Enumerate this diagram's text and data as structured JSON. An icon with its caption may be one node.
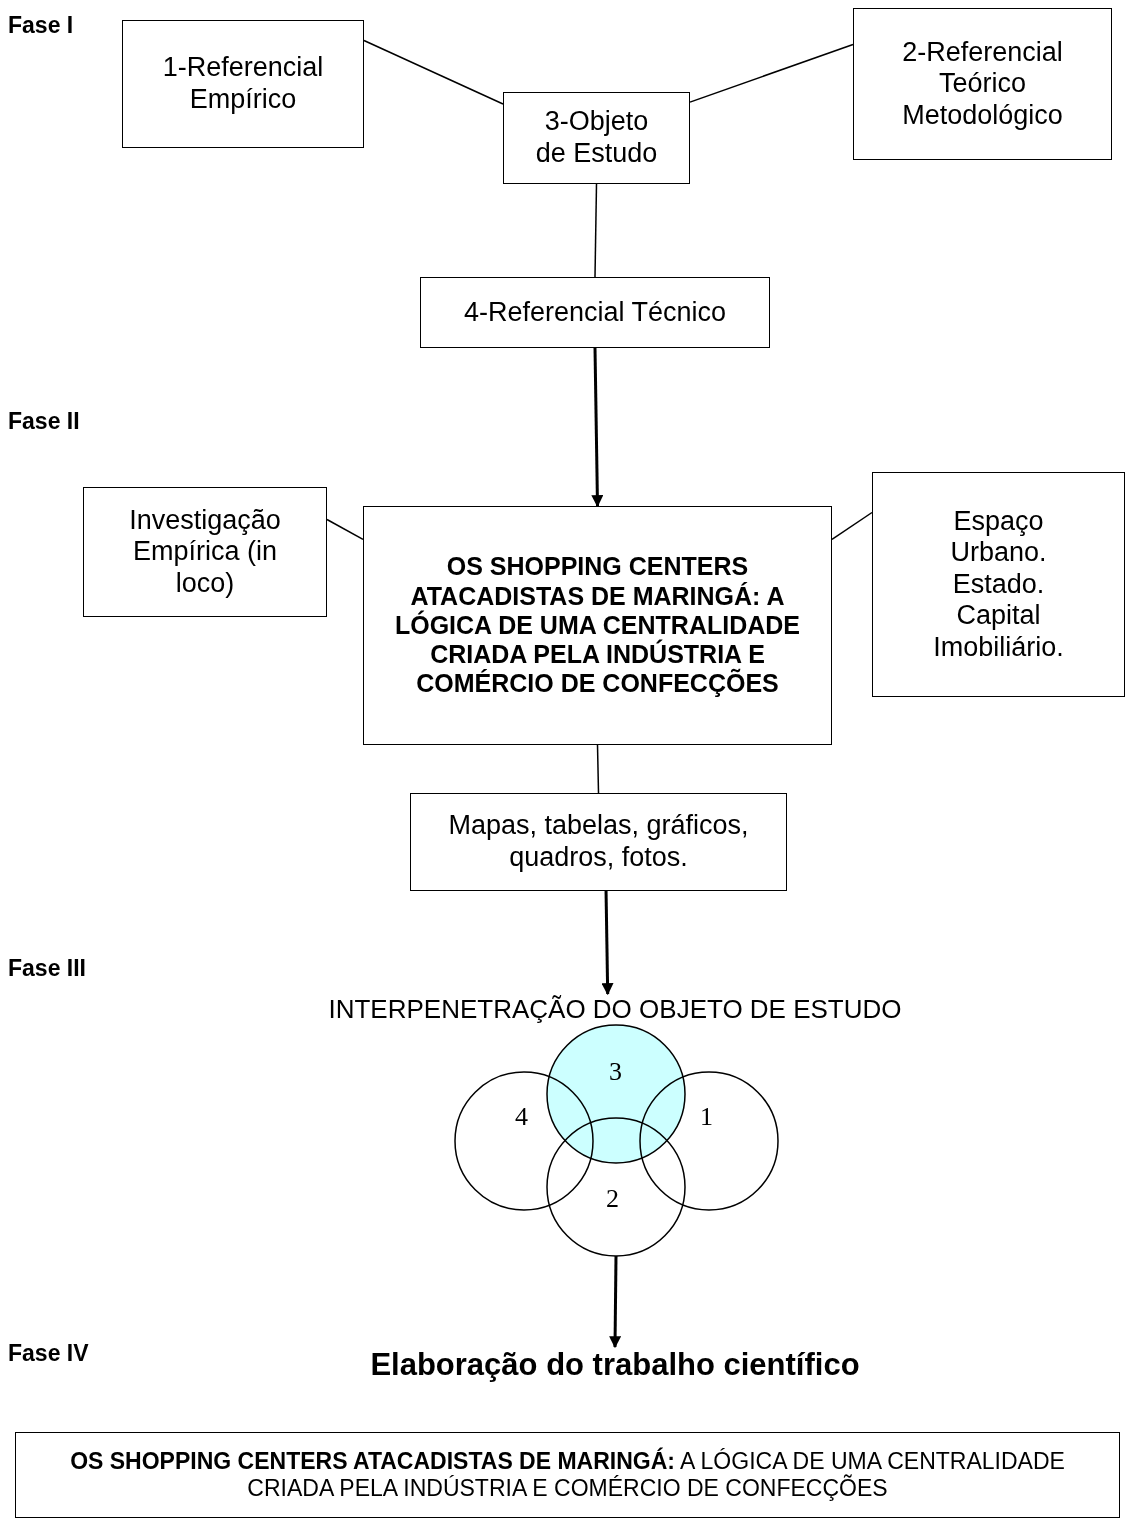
{
  "diagram": {
    "nodes": [
      {
        "text": [
          "1-Referencial Empírico"
        ]
      },
      {
        "text": [
          "2-Referencial Teórico Metodológico"
        ]
      },
      {
        "text": [
          "3-Objeto de Estudo"
        ]
      },
      {
        "text": [
          "4-Referencial Técnico"
        ]
      },
      {
        "text": [
          "Investigação Empírica (in loco)"
        ]
      },
      {
        "text": [
          "OS SHOPPING CENTERS ATACADISTAS DE MARINGÁ: A LÓGICA DE UMA CENTRALIDADE CRIADA PELA INDÚSTRIA E COMÉRCIO DE CONFECÇÕES"
        ]
      },
      {
        "text": [
          "Espaço Urbano. Estado. Capital Imobiliário."
        ]
      },
      {
        "text": [
          "Mapas, tabelas, gráficos, quadros, fotos."
        ]
      },
      {
        "text": [
          "INTERPENETRAÇÃO DO OBJETO DE ESTUDO"
        ]
      },
      {
        "text": [
          "3"
        ]
      },
      {
        "text": [
          "4"
        ]
      },
      {
        "text": [
          "1"
        ]
      },
      {
        "text": [
          "2"
        ]
      },
      {
        "text": [
          "Elaboração do trabalho científico"
        ]
      },
      {
        "text": [
          "**OS SHOPPING CENTERS ATACADISTAS DE MARINGÁ:** A LÓGICA DE UMA CENTRALIDADE CRIADA PELA INDÚSTRIA E COMÉRCIO DE CONFECÇÕES"
        ]
      }
    ],
    "edges": [
      {
        "from": 0,
        "to": 2,
        "arrow": "none"
      },
      {
        "from": 1,
        "to": 2,
        "arrow": "none"
      },
      {
        "from": 2,
        "to": 3,
        "arrow": "none"
      },
      {
        "from": 3,
        "to": 5,
        "arrow": "to"
      },
      {
        "from": 4,
        "to": 5,
        "arrow": "none"
      },
      {
        "from": 5,
        "to": 6,
        "arrow": "none"
      },
      {
        "from": 5,
        "to": 7,
        "arrow": "none"
      },
      {
        "from": 7,
        "to": 8,
        "arrow": "to"
      },
      {
        "from": 12,
        "to": 13,
        "arrow": "to"
      }
    ],
    "labels": [
      "Fase I",
      "Fase II",
      "Fase III",
      "Fase IV"
    ]
  }
}
